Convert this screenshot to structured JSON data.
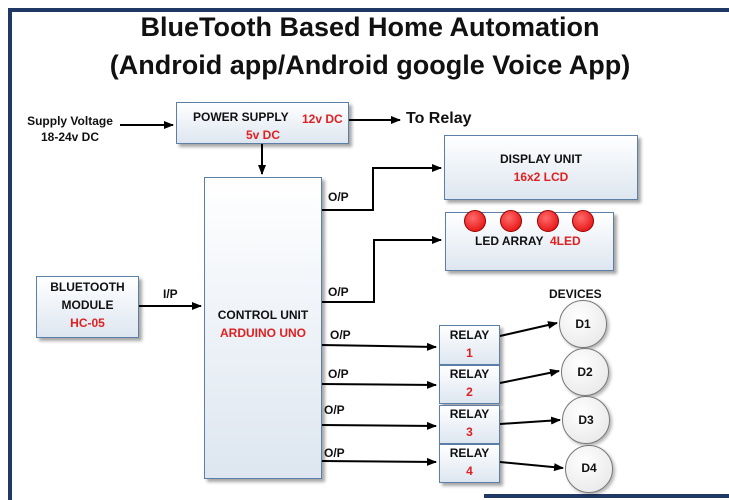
{
  "title": {
    "line1": "BlueTooth Based Home Automation",
    "line2": "(Android app/Android google Voice App)"
  },
  "supply": {
    "line1": "Supply Voltage",
    "line2": "18-24v DC"
  },
  "power_supply": {
    "label": "POWER SUPPLY",
    "v12": "12v DC",
    "v5": "5v DC"
  },
  "to_relay": "To Relay",
  "display": {
    "label": "DISPLAY UNIT",
    "sub": "16x2 LCD"
  },
  "led_array": {
    "label": "LED ARRAY",
    "sub": "4LED"
  },
  "bluetooth": {
    "line1": "BLUETOOTH",
    "line2": "MODULE",
    "line3": "HC-05"
  },
  "control": {
    "label": "CONTROL UNIT",
    "sub": "ARDUINO UNO"
  },
  "io": {
    "input": "I/P",
    "output": "O/P"
  },
  "relays": [
    {
      "label": "RELAY",
      "num": "1"
    },
    {
      "label": "RELAY",
      "num": "2"
    },
    {
      "label": "RELAY",
      "num": "3"
    },
    {
      "label": "RELAY",
      "num": "4"
    }
  ],
  "devices_heading": "DEVICES",
  "devices": [
    "D1",
    "D2",
    "D3",
    "D4"
  ],
  "colors": {
    "frame": "#1f3864",
    "accent_red": "#e02020",
    "box_border": "#5b7fa6"
  }
}
